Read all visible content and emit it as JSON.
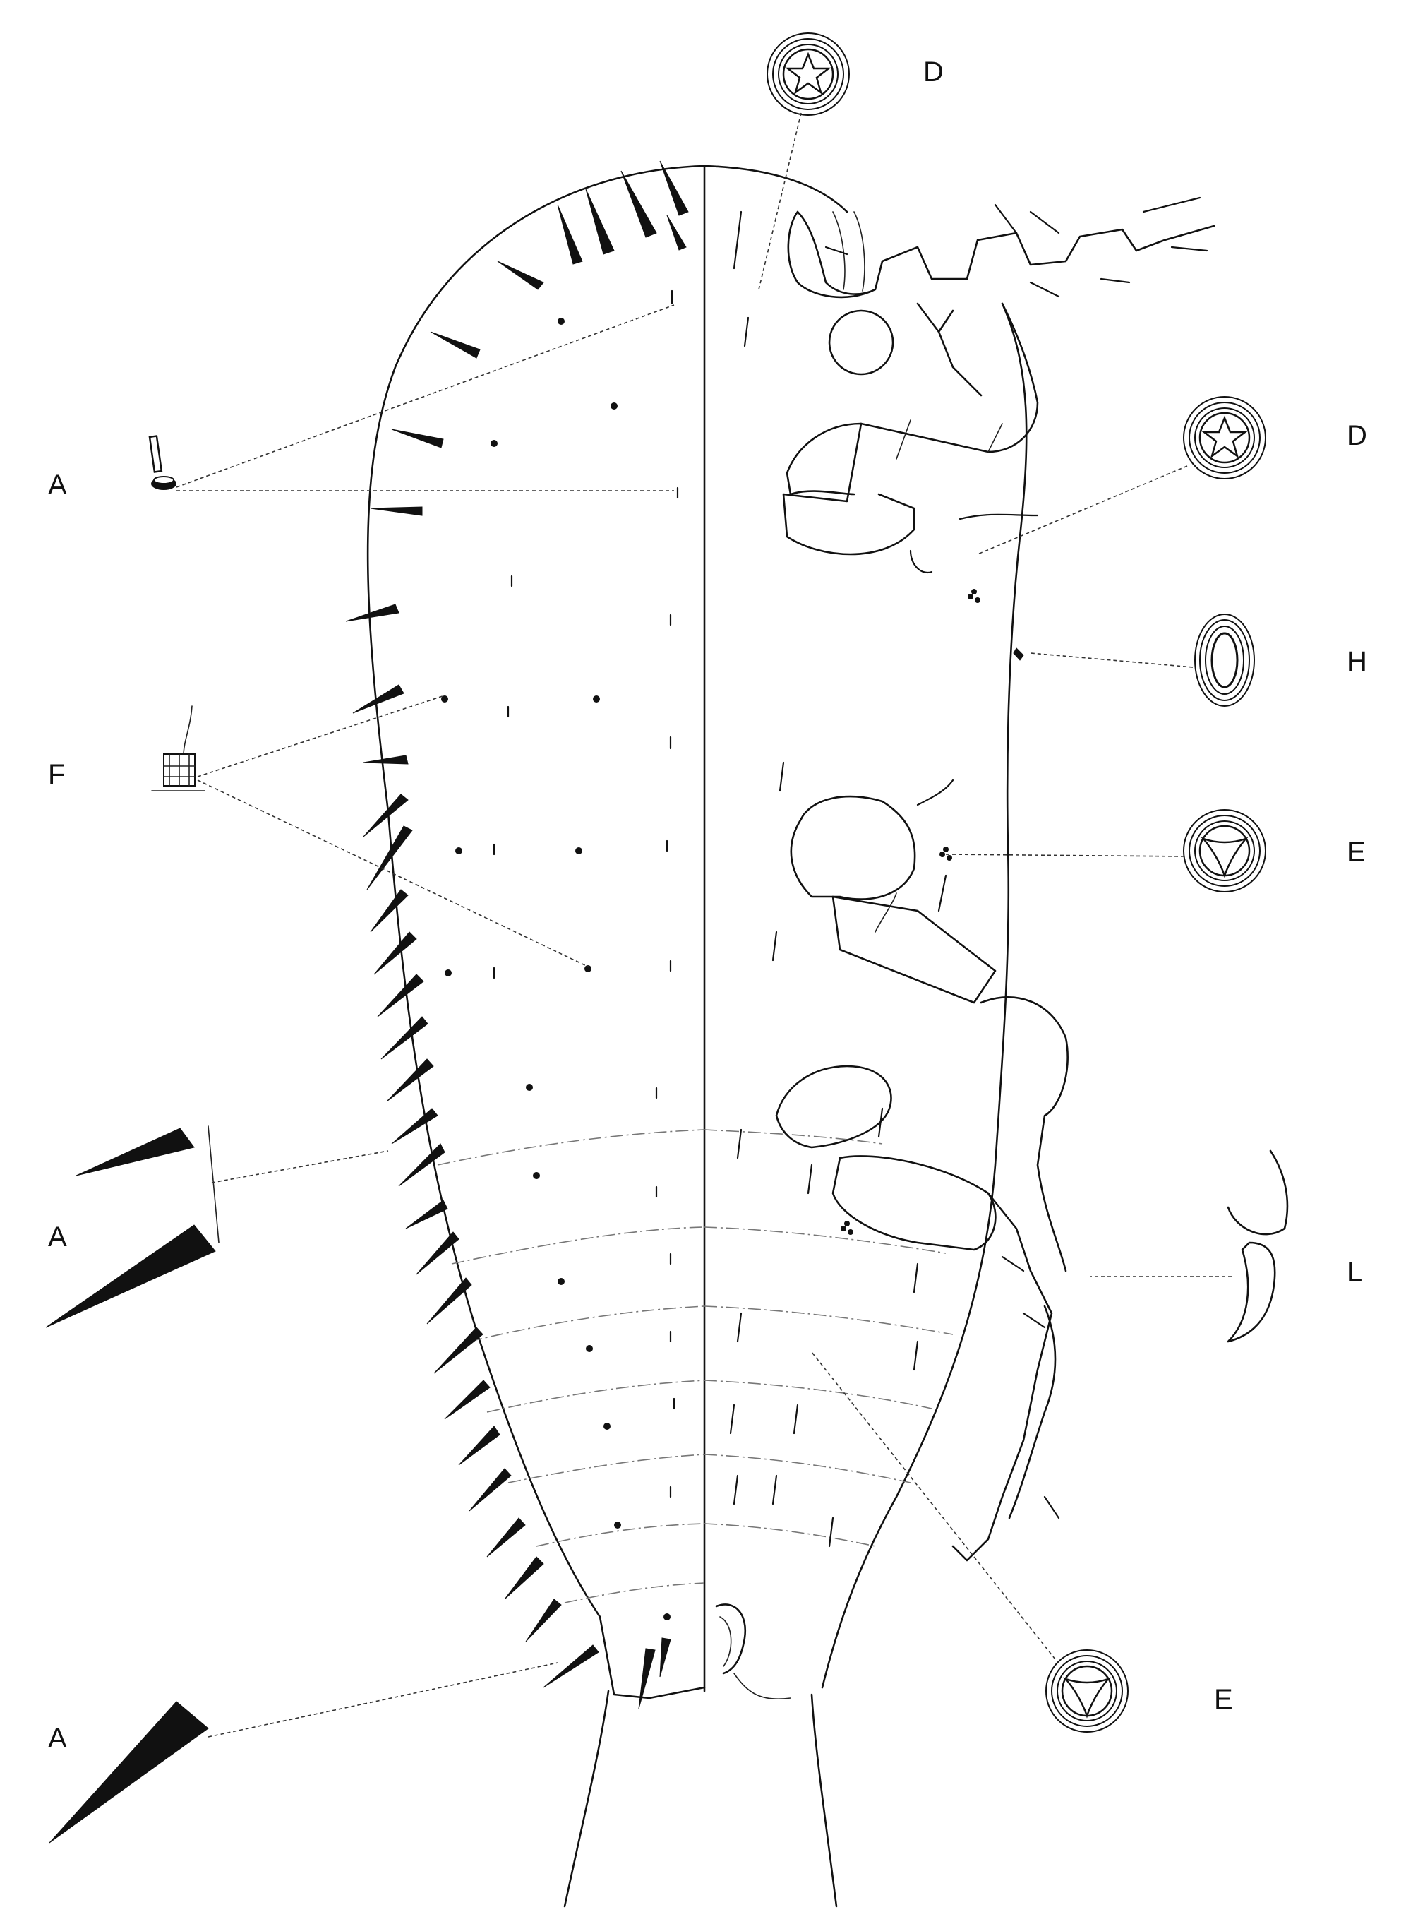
{
  "figure": {
    "panel_labels": {
      "a_top": "A",
      "a_middle": "A",
      "a_bottom": "A",
      "f": "F",
      "d_top": "D",
      "d_right": "D",
      "h": "H",
      "e_upper": "E",
      "e_lower": "E",
      "l": "L"
    },
    "colors": {
      "ink": "#111111",
      "background": "#ffffff"
    }
  }
}
